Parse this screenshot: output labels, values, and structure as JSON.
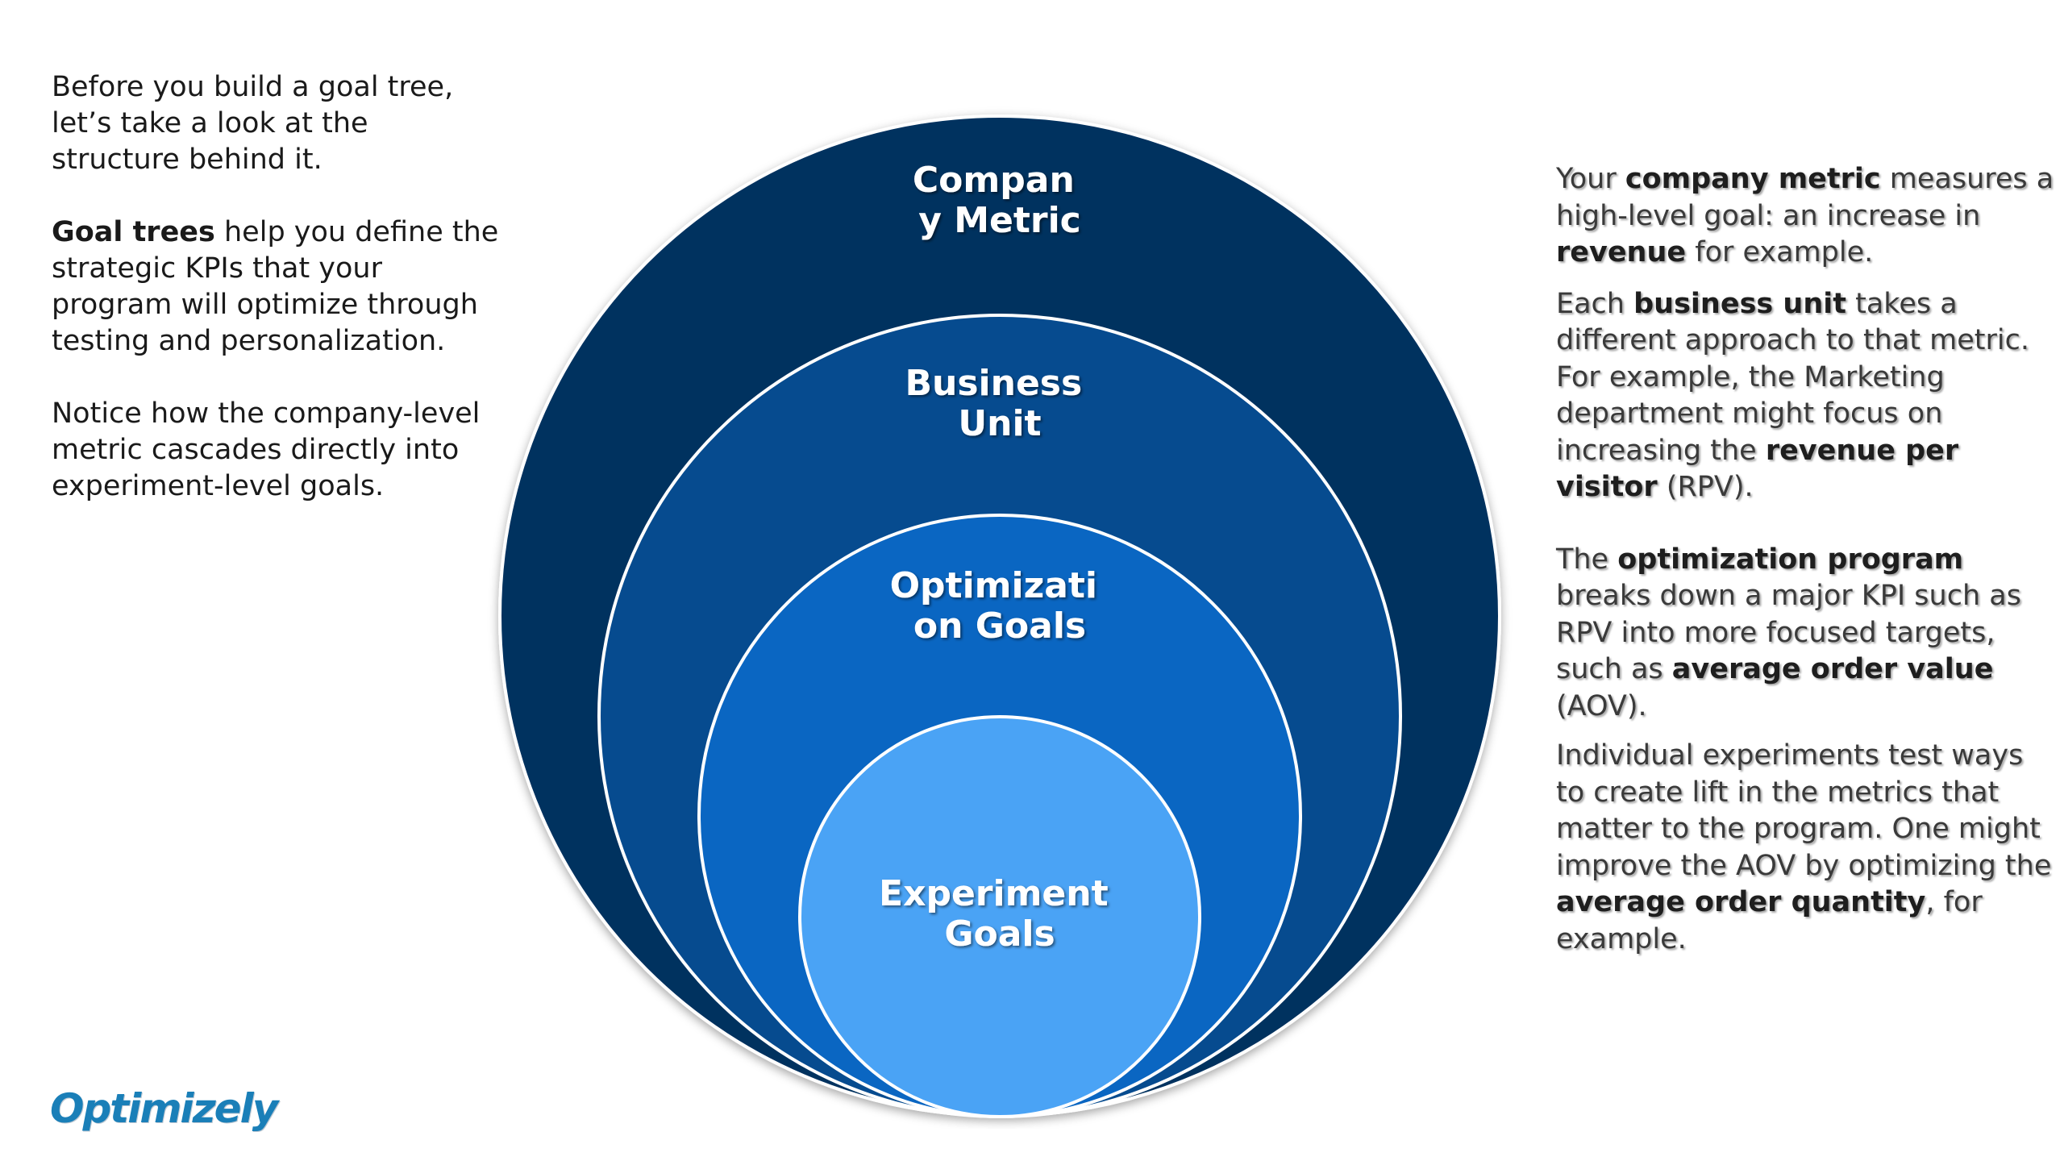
{
  "left": {
    "p1": "Before you build a goal tree, let’s take a look at the structure behind it.",
    "p2_bold": "Goal trees",
    "p2_rest": " help you define the strategic KPIs that your program will optimize through testing and personalization.",
    "p3": "Notice how the company-level metric cascades directly into experiment-level goals."
  },
  "diagram": {
    "company_line1": "Compan",
    "company_line2": "y Metric",
    "business_line1": "Business",
    "business_line2": "Unit",
    "optimization_line1": "Optimizati",
    "optimization_line2": "on Goals",
    "experiment_line1": "Experiment",
    "experiment_line2": "Goals"
  },
  "colors": {
    "company": "#04305f",
    "business": "#064b8f",
    "optimization": "#0a66c2",
    "experiment": "#4aa3f5"
  },
  "right": {
    "p1_a": "Your ",
    "p1_b": "company metric",
    "p1_c": " measures a high-level goal: an increase in ",
    "p1_d": "revenue",
    "p1_e": " for example.",
    "p2_a": "Each ",
    "p2_b": "business unit",
    "p2_c": " takes a different approach to that metric. For example, the Marketing department might focus on increasing the ",
    "p2_d": "revenue per visitor",
    "p2_e": " (RPV).",
    "p3_a": "The ",
    "p3_b": "optimization program",
    "p3_c": " breaks down a major KPI such as RPV into more focused targets, such as ",
    "p3_d": "average order value",
    "p3_e": " (AOV).",
    "p4_a": "Individual experiments test ways to create lift in the metrics that matter to the program. One might improve the AOV by optimizing the ",
    "p4_b": "average order quantity",
    "p4_c": ", for example."
  },
  "logo": {
    "text": "Optimizely"
  }
}
